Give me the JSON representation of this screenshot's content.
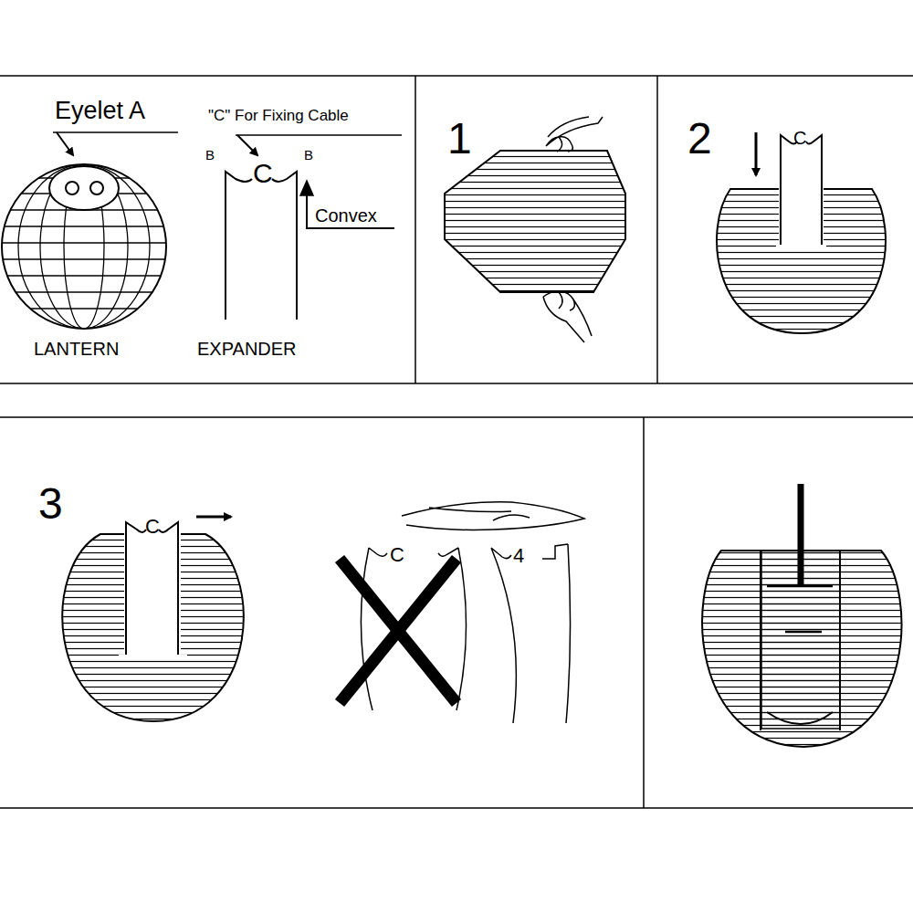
{
  "diagram": {
    "labels": [
      "Eyelet A",
      "\"C\" For Fixing Cable",
      "Convex",
      "B",
      "B",
      "C",
      "LANTERN",
      "EXPANDER",
      "1",
      "2",
      "C",
      "3",
      "C",
      "C",
      "4"
    ]
  }
}
